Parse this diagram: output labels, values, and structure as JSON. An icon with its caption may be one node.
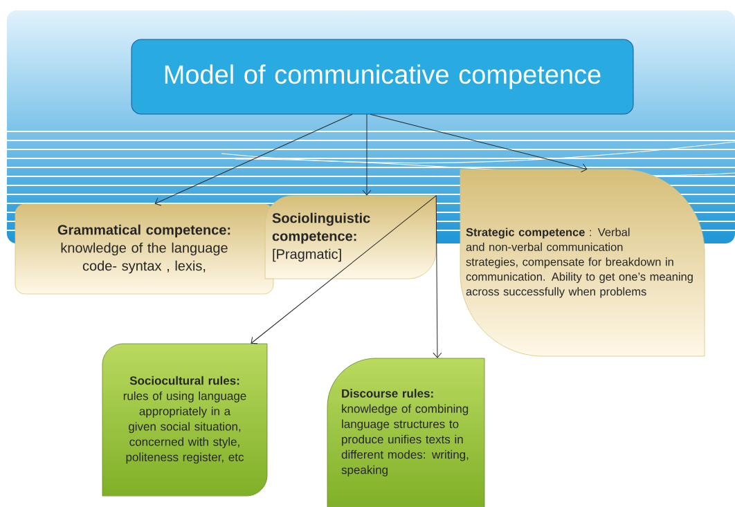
{
  "diagram": {
    "nodes": [
      {
        "text": [
          "Model of communicative competence"
        ]
      },
      {
        "text": [
          "Grammatical competence:",
          "knowledge of the language code- syntax , lexis,"
        ]
      },
      {
        "text": [
          "Sociolinguistic competence:",
          "[Pragmatic]"
        ]
      },
      {
        "text": [
          "**Strategic competence** : Verbal and non-verbal communication strategies, compensate for breakdown in communication. Ability to get one’s meaning across successfully when problems"
        ]
      },
      {
        "text": [
          "Sociocultural rules:",
          "rules of using language appropriately in a given social situation, concerned with style, politeness register, etc"
        ]
      },
      {
        "text": [
          "Discourse rules:",
          "knowledge of combining language structures to produce unifies texts in different modes: writing, speaking"
        ]
      }
    ],
    "edges": [
      {
        "from": 0,
        "to": 1,
        "arrow": "to"
      },
      {
        "from": 0,
        "to": 2,
        "arrow": "to"
      },
      {
        "from": 0,
        "to": 3,
        "arrow": "to"
      },
      {
        "from": 2,
        "to": 4,
        "arrow": "to"
      },
      {
        "from": 2,
        "to": 5,
        "arrow": "to"
      }
    ]
  }
}
